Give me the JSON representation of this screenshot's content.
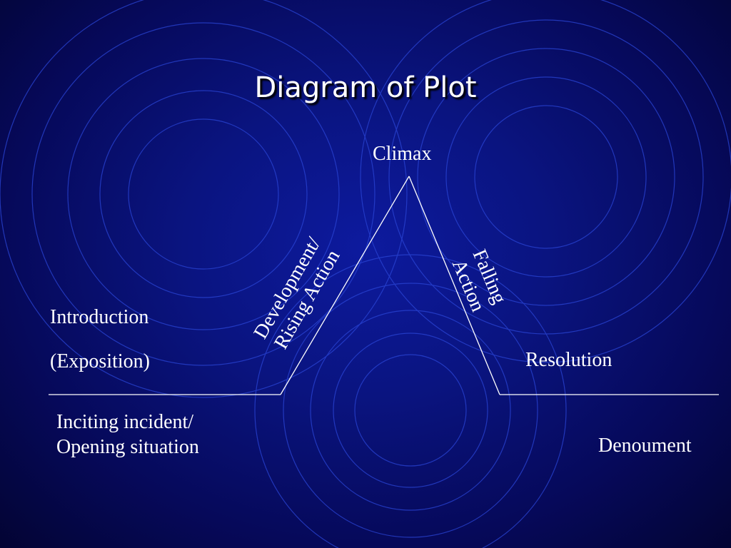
{
  "slide": {
    "title": "Diagram of Plot"
  },
  "labels": {
    "climax": "Climax",
    "rising_line1": "Development/",
    "rising_line2": "Rising Action",
    "falling_line1": "Falling",
    "falling_line2": "Action",
    "introduction": "Introduction",
    "exposition": "(Exposition)",
    "resolution": "Resolution",
    "inciting_line1": "Inciting incident/",
    "inciting_line2": "Opening situation",
    "denoument": "Denoument"
  },
  "colors": {
    "background_center": "#0d1a9e",
    "background_edge": "#030433",
    "ring_stroke": "#2a45d6",
    "text": "#ffffff",
    "plot_line": "#ffffff"
  }
}
